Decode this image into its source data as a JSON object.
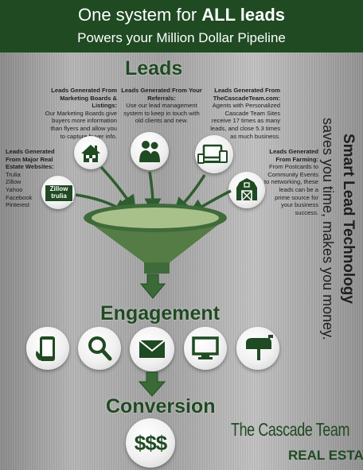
{
  "header": {
    "title_prefix": "One system for ",
    "title_bold": "ALL leads",
    "subtitle": "Powers your Million Dollar Pipeline"
  },
  "sections": {
    "leads": "Leads",
    "engagement": "Engagement",
    "conversion": "Conversion"
  },
  "lead_sources": {
    "marketing": {
      "heading": "Leads Generated From Marketing Boards & Listings:",
      "body": "Our Marketing Boards give buyers more information than flyers and allow you to capture buyer info."
    },
    "referrals": {
      "heading": "Leads Generated From Your Referrals:",
      "body": "Use our lead management system to keep in touch with old clients and new."
    },
    "website": {
      "heading": "Leads Generated From TheCascadeTeam.com:",
      "body": "Agents with Personalized Cascade Team Sites receive 17 times as many leads, and close 5.3 times as much business."
    },
    "real_estate_sites": {
      "heading": "Leads Generated From Major Real Estate Websites:",
      "items": [
        "Trulia",
        "Zillow",
        "Yahoo",
        "Facebook",
        "Pinterest"
      ]
    },
    "farming": {
      "heading": "Leads Generated From Farming:",
      "body": "From Postcards to Community Events to networking, these leads can be a prime source for your business success."
    }
  },
  "logos": {
    "zillow": "Zillow",
    "trulia": "trulia"
  },
  "conversion_symbol": "$$$",
  "tagline": {
    "line1": "Smart Lead Technology",
    "line2": "saves you time, makes you money."
  },
  "brand": {
    "name": "The Cascade Team",
    "sub": "REAL ESTATE"
  },
  "icons": {
    "engagement": [
      "phone-icon",
      "search-icon",
      "email-icon",
      "monitor-icon",
      "mailbox-icon"
    ],
    "leads": [
      "house-icon",
      "people-icon",
      "devices-icon",
      "barn-icon",
      "zillow-trulia-logo"
    ]
  },
  "colors": {
    "brand_green": "#1f4a22",
    "arrow_green": "#2e5d2e",
    "funnel_green": "#6e8f4f"
  }
}
